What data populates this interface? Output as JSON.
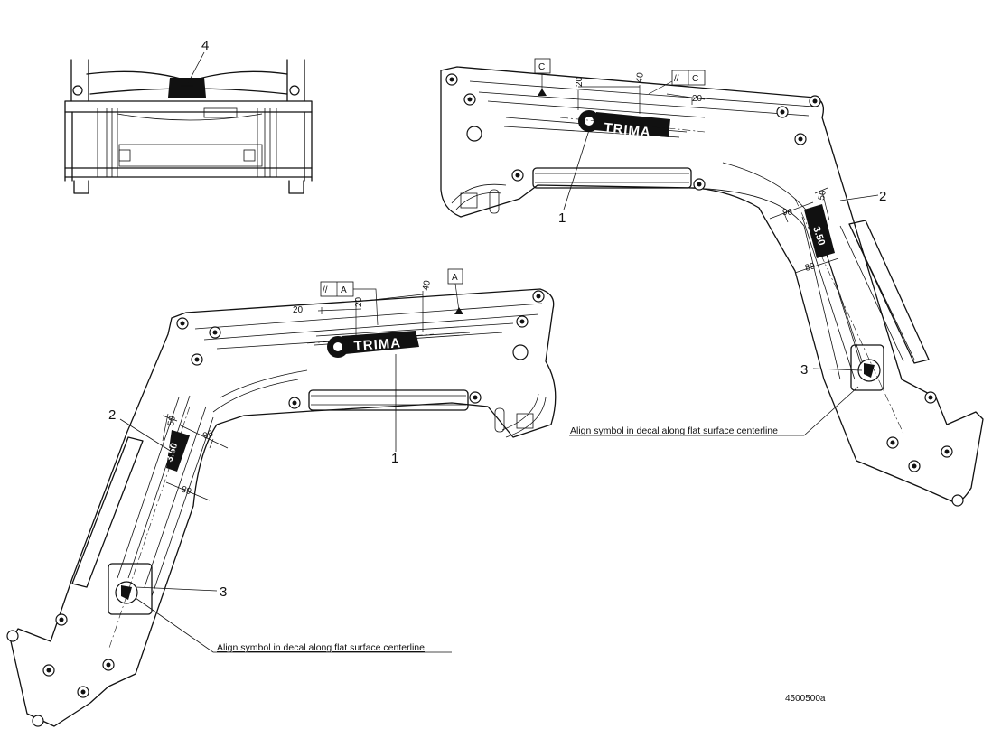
{
  "figure_id": "4500500a",
  "callouts": [
    "1",
    "2",
    "3",
    "4"
  ],
  "note": "Align symbol in decal along flat surface centerline",
  "decal": {
    "brand": "TRIMA",
    "model": "3.50"
  },
  "datum_refs": {
    "left": "A",
    "right": "C",
    "parallel_symbol": "//"
  },
  "dimensions": {
    "d20": "20",
    "d40": "40",
    "d50": "50",
    "d96": "96",
    "d89": "89"
  }
}
